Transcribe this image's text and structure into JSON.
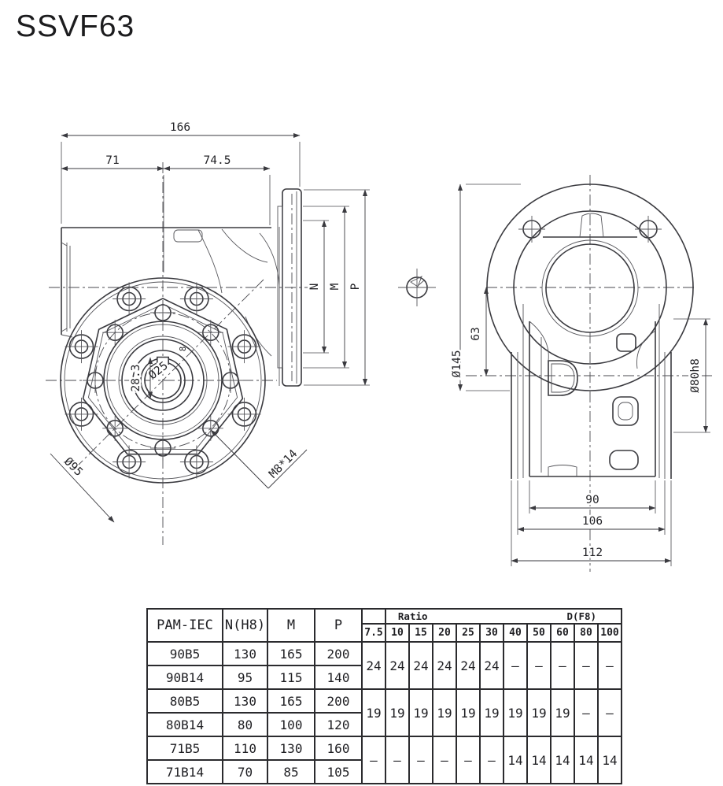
{
  "title": "SSVF63",
  "front_view": {
    "dim_overall": "166",
    "dim_left": "71",
    "dim_right": "74.5",
    "dim_bolt_circle": "Ø95",
    "dim_bore": "Ø25",
    "dim_keyway_depth": "28.3",
    "dim_keyway_width": "8",
    "dim_tapped_holes": "M8*14",
    "dim_flange_n": "N",
    "dim_flange_m": "M",
    "dim_flange_p": "P"
  },
  "side_view": {
    "dim_flange_od": "Ø145",
    "dim_center_height": "63",
    "dim_output_boss": "Ø80h8",
    "dim_width_inner": "90",
    "dim_width_mid": "106",
    "dim_width_overall": "112"
  },
  "table": {
    "col_headers": [
      "PAM-IEC",
      "N(H8)",
      "M",
      "P"
    ],
    "group_headers": {
      "ratio": "Ratio",
      "d": "D(F8)"
    },
    "ratio_cols": [
      "7.5",
      "10",
      "15",
      "20",
      "25",
      "30",
      "40",
      "50",
      "60",
      "80",
      "100"
    ],
    "rows": [
      {
        "pam": "90B5",
        "n": "130",
        "m": "165",
        "p": "200"
      },
      {
        "pam": "90B14",
        "n": "95",
        "m": "115",
        "p": "140"
      },
      {
        "pam": "80B5",
        "n": "130",
        "m": "165",
        "p": "200"
      },
      {
        "pam": "80B14",
        "n": "80",
        "m": "100",
        "p": "120"
      },
      {
        "pam": "71B5",
        "n": "110",
        "m": "130",
        "p": "160"
      },
      {
        "pam": "71B14",
        "n": "70",
        "m": "85",
        "p": "105"
      }
    ],
    "ratio_groups": [
      {
        "values": [
          "24",
          "24",
          "24",
          "24",
          "24",
          "24",
          "—",
          "—",
          "—",
          "—",
          "—"
        ]
      },
      {
        "values": [
          "19",
          "19",
          "19",
          "19",
          "19",
          "19",
          "19",
          "19",
          "19",
          "—",
          "—"
        ]
      },
      {
        "values": [
          "—",
          "—",
          "—",
          "—",
          "—",
          "—",
          "14",
          "14",
          "14",
          "14",
          "14"
        ]
      }
    ]
  }
}
